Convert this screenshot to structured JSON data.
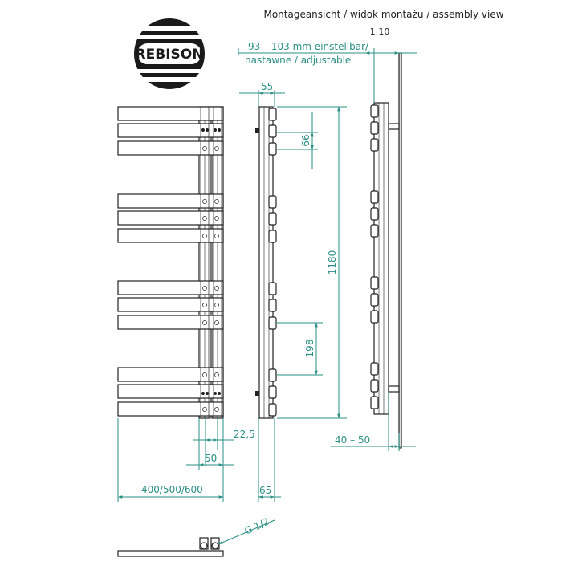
{
  "header": {
    "title": "Montageansicht / widok montażu / assembly view",
    "scale": "1:10"
  },
  "logo": {
    "text": "REBISON"
  },
  "dimensions": {
    "adjustable_line1": "93 – 103 mm einstellbar/",
    "adjustable_line2": "nastawne / adjustable",
    "d55": "55",
    "d66": "66",
    "d1180": "1180",
    "d198": "198",
    "d22_5": "22,5",
    "d50": "50",
    "width_options": "400/500/600",
    "d65": "65",
    "d40_50": "40 – 50",
    "thread": "G 1/2"
  },
  "colors": {
    "dimension": "#2b8f84",
    "outline": "#222222"
  }
}
